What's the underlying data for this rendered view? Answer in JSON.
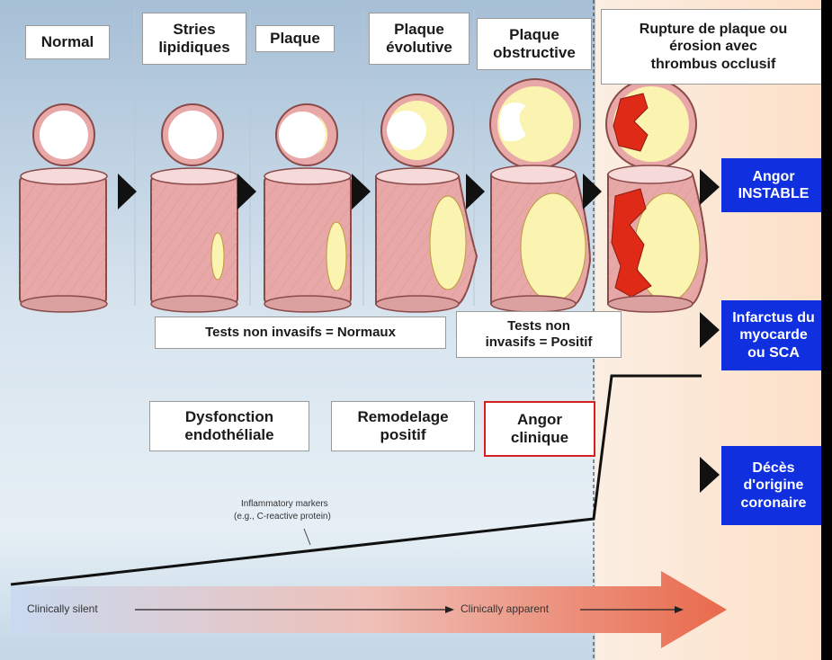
{
  "stages": [
    {
      "label": "Normal"
    },
    {
      "label": "Stries\nlipidiques"
    },
    {
      "label": "Plaque"
    },
    {
      "label": "Plaque\névolutive"
    },
    {
      "label": "Plaque\nobstructive"
    },
    {
      "label": "Rupture de plaque ou\nérosion avec\nthrombus occlusif"
    }
  ],
  "tests": {
    "normal": "Tests non invasifs = Normaux",
    "positive": "Tests non\ninvasifs = Positif"
  },
  "phases": {
    "dysfunction": "Dysfonction\nendothéliale",
    "remodeling": "Remodelage\npositif",
    "angina": "Angor\nclinique"
  },
  "outcomes": [
    {
      "label": "Angor\nINSTABLE"
    },
    {
      "label": "Infarctus du\nmyocarde\nou SCA"
    },
    {
      "label": "Décès\nd'origine\ncoronaire"
    }
  ],
  "markers": {
    "line1": "Inflammatory markers",
    "line2": "(e.g., C-reactive protein)"
  },
  "timeline": {
    "silent": "Clinically silent",
    "apparent": "Clinically apparent"
  },
  "colors": {
    "outcome_blue": "#1030e0",
    "angina_border": "#d42020",
    "arrow_orange": "#e8735a",
    "thrombus_red": "#e02a18",
    "plaque_yellow": "#fbf3b0",
    "vessel_pink": "#e9a8a8"
  }
}
